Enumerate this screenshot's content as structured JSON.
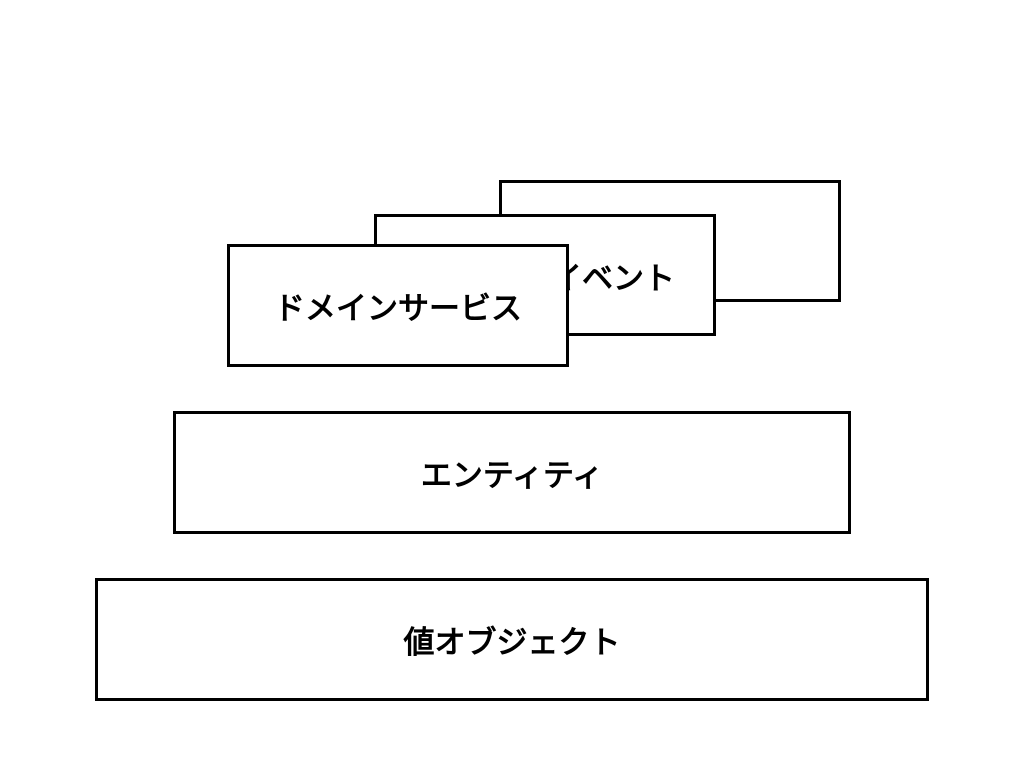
{
  "diagram": {
    "layers": [
      {
        "id": "stack_back",
        "label": ""
      },
      {
        "id": "domain_event",
        "label": "ドメインイベント"
      },
      {
        "id": "domain_service",
        "label": "ドメインサービス"
      },
      {
        "id": "entity",
        "label": "エンティティ"
      },
      {
        "id": "value_object",
        "label": "値オブジェクト"
      }
    ],
    "colors": {
      "border": "#000000",
      "background": "#ffffff",
      "text": "#000000"
    }
  }
}
